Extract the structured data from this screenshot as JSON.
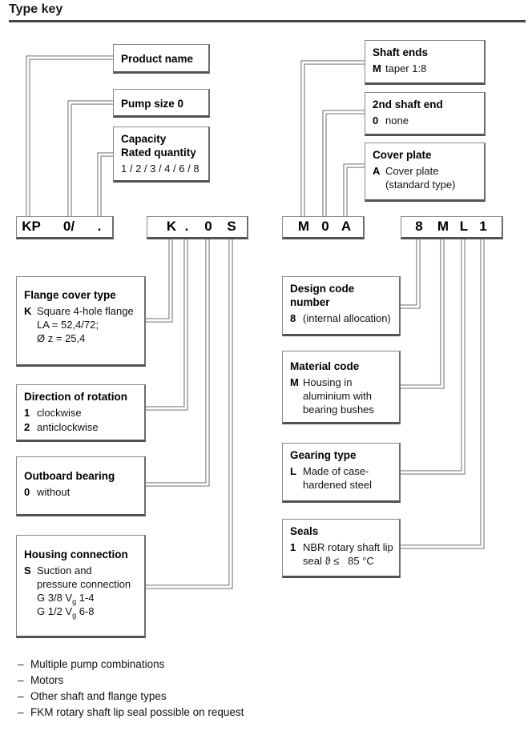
{
  "title": "Type key",
  "colors": {
    "border": "#888888",
    "border_shadow": "#525252",
    "line": "#5c5c5c",
    "text": "#000000"
  },
  "code_row": [
    {
      "segments": [
        "KP",
        "0/",
        "."
      ]
    },
    {
      "segments": [
        "K",
        ".",
        "0",
        "S"
      ]
    },
    {
      "segments": [
        "M",
        "0",
        "A"
      ]
    },
    {
      "segments": [
        "8",
        "M",
        "L",
        "1"
      ]
    }
  ],
  "boxes": {
    "product_name": {
      "title": "Product name"
    },
    "pump_size": {
      "title": "Pump size 0"
    },
    "capacity": {
      "titles": [
        "Capacity",
        "Rated quantity"
      ],
      "plain": "1 / 2 / 3 / 4 / 6 / 8"
    },
    "shaft_ends": {
      "title": "Shaft ends",
      "entries": [
        {
          "code": "M",
          "lines": [
            "taper 1:8"
          ]
        }
      ]
    },
    "second_shaft_end": {
      "title": "2nd shaft end",
      "entries": [
        {
          "code": "0",
          "lines": [
            "none"
          ]
        }
      ]
    },
    "cover_plate": {
      "title": "Cover plate",
      "entries": [
        {
          "code": "A",
          "lines": [
            "Cover plate",
            "(standard type)"
          ]
        }
      ]
    },
    "flange_cover_type": {
      "title": "Flange cover type",
      "entries": [
        {
          "code": "K",
          "lines": [
            "Square 4-hole flange",
            "LA = 52,4/72;",
            "Ø z = 25,4"
          ]
        }
      ]
    },
    "direction_of_rotation": {
      "title": "Direction of rotation",
      "entries": [
        {
          "code": "1",
          "lines": [
            "clockwise"
          ]
        },
        {
          "code": "2",
          "lines": [
            "anticlockwise"
          ]
        }
      ]
    },
    "outboard_bearing": {
      "title": "Outboard bearing",
      "entries": [
        {
          "code": "0",
          "lines": [
            "without"
          ]
        }
      ]
    },
    "housing_connection": {
      "title": "Housing connection",
      "entries": [
        {
          "code": "S",
          "lines": [
            "Suction and",
            "pressure connection"
          ]
        }
      ],
      "g_lines": [
        {
          "pre": "G 3/8 V",
          "sub": "g",
          "post": " 1-4"
        },
        {
          "pre": "G 1/2 V",
          "sub": "g",
          "post": " 6-8"
        }
      ]
    },
    "design_code_number": {
      "titles": [
        "Design code",
        "number"
      ],
      "entries": [
        {
          "code": "8",
          "lines": [
            "(internal allocation)"
          ]
        }
      ]
    },
    "material_code": {
      "title": "Material code",
      "entries": [
        {
          "code": "M",
          "lines": [
            "Housing in",
            "aluminium with",
            "bearing bushes"
          ]
        }
      ]
    },
    "gearing_type": {
      "title": "Gearing type",
      "entries": [
        {
          "code": "L",
          "lines": [
            "Made of case-",
            "hardened steel"
          ]
        }
      ]
    },
    "seals": {
      "title": "Seals",
      "entries": [
        {
          "code": "1",
          "lines": [
            "NBR rotary shaft lip",
            "seal ϑ ≤   85 °C"
          ]
        }
      ]
    }
  },
  "footnotes": {
    "bullet": "–",
    "items": [
      "Multiple pump combinations",
      "Motors",
      "Other shaft and flange types",
      "FKM rotary shaft lip seal possible on request"
    ]
  }
}
